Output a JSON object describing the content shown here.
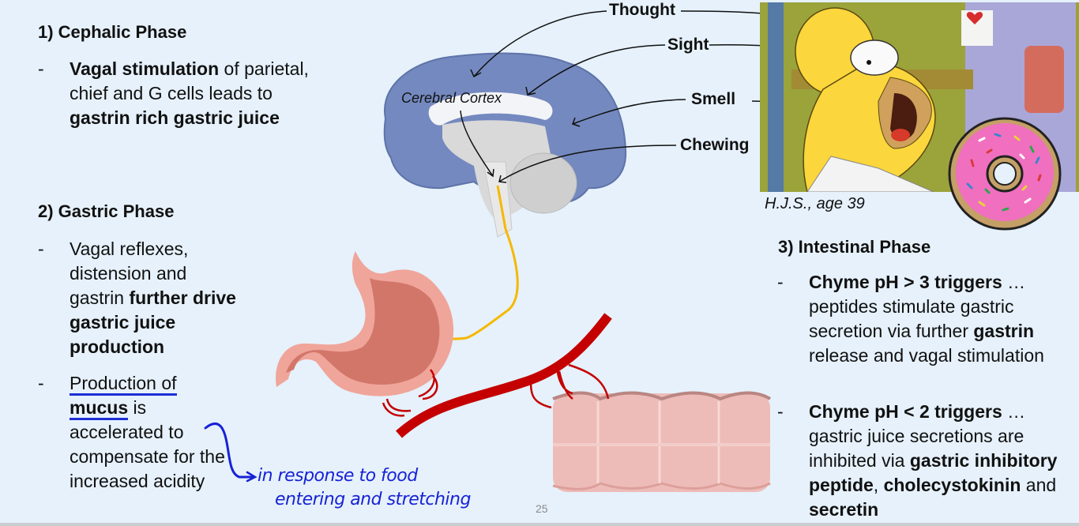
{
  "slide": {
    "page_number": "25",
    "background_color": "#e6f1fb"
  },
  "cephalic": {
    "heading": "1) Cephalic Phase",
    "bullet": {
      "bold_1": "Vagal stimulation",
      "text_1": " of parietal, chief and G cells leads to ",
      "bold_2": "gastrin rich gastric juice"
    }
  },
  "gastric": {
    "heading": "2) Gastric Phase",
    "bullet_1": {
      "text_1": "Vagal reflexes, distension and gastrin ",
      "bold_1": "further drive gastric juice production"
    },
    "bullet_2": {
      "underlined_1": "Production of",
      "underlined_bold": "mucus",
      "text_1": " is accelerated to compensate for the increased acidity"
    },
    "annotation": {
      "line_1": "in response to food",
      "line_2": "entering and stretching",
      "color": "#1722d6"
    }
  },
  "diagram": {
    "brain_label": "Cerebral Cortex",
    "stimuli": [
      "Thought",
      "Sight",
      "Smell",
      "Chewing"
    ],
    "colors": {
      "brain": "#7489bf",
      "vagus_nerve": "#f5b800",
      "artery": "#c40000",
      "stomach": "#d77b6e",
      "intestine": "#eebcb8"
    }
  },
  "photo": {
    "caption": "H.J.S.,  age 39"
  },
  "intestinal": {
    "heading": "3) Intestinal Phase",
    "bullet_1": {
      "bold_1": "Chyme pH > 3 triggers",
      "text_1": " … peptides stimulate gastric secretion via further ",
      "bold_2": "gastrin",
      "text_2": " release and vagal stimulation"
    },
    "bullet_2": {
      "bold_1": "Chyme pH < 2 triggers",
      "text_1": " … gastric juice secretions are inhibited via ",
      "bold_2": "gastric inhibitory peptide",
      "text_2": ", ",
      "bold_3": "cholecystokinin",
      "text_3": " and ",
      "bold_4": "secretin"
    }
  }
}
